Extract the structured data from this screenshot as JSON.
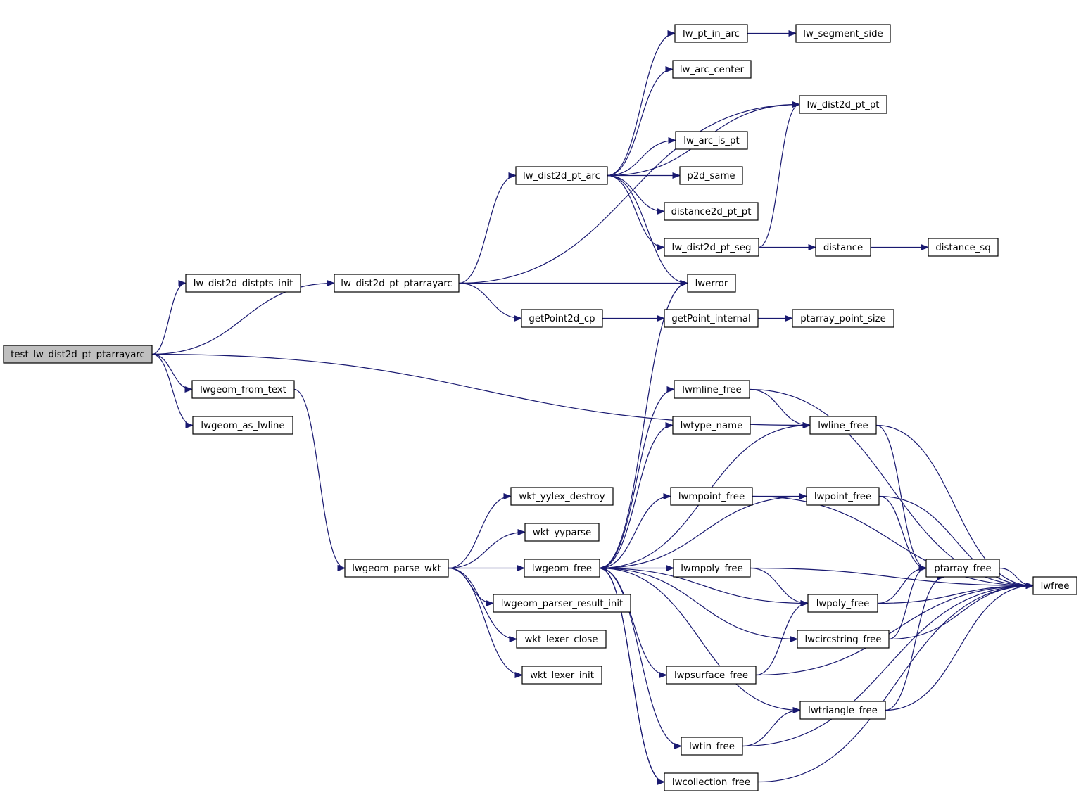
{
  "nodes": {
    "test": "test_lw_dist2d_pt_ptarrayarc",
    "distpts_init": "lw_dist2d_distpts_init",
    "pt_ptarrayarc": "lw_dist2d_pt_ptarrayarc",
    "from_text": "lwgeom_from_text",
    "as_lwline": "lwgeom_as_lwline",
    "pt_arc": "lw_dist2d_pt_arc",
    "getPoint2d_cp": "getPoint2d_cp",
    "parse_wkt": "lwgeom_parse_wkt",
    "pt_in_arc": "lw_pt_in_arc",
    "segment_side": "lw_segment_side",
    "arc_center": "lw_arc_center",
    "pt_pt": "lw_dist2d_pt_pt",
    "arc_is_pt": "lw_arc_is_pt",
    "p2d_same": "p2d_same",
    "distance2d_pt_pt": "distance2d_pt_pt",
    "pt_seg": "lw_dist2d_pt_seg",
    "distance": "distance",
    "distance_sq": "distance_sq",
    "lwerror": "lwerror",
    "getPoint_internal": "getPoint_internal",
    "ptarray_point_size": "ptarray_point_size",
    "yylex_destroy": "wkt_yylex_destroy",
    "yyparse": "wkt_yyparse",
    "lwgeom_free": "lwgeom_free",
    "parser_result_init": "lwgeom_parser_result_init",
    "lexer_close": "wkt_lexer_close",
    "lexer_init": "wkt_lexer_init",
    "lwmline_free": "lwmline_free",
    "lwtype_name": "lwtype_name",
    "lwline_free": "lwline_free",
    "lwmpoint_free": "lwmpoint_free",
    "lwpoint_free": "lwpoint_free",
    "lwmpoly_free": "lwmpoly_free",
    "ptarray_free": "ptarray_free",
    "lwfree": "lwfree",
    "lwpoly_free": "lwpoly_free",
    "lwcircstring_free": "lwcircstring_free",
    "lwpsurface_free": "lwpsurface_free",
    "lwtriangle_free": "lwtriangle_free",
    "lwtin_free": "lwtin_free",
    "lwcollection_free": "lwcollection_free"
  },
  "edges": [
    [
      "test",
      "distpts_init"
    ],
    [
      "test",
      "pt_ptarrayarc"
    ],
    [
      "test",
      "from_text"
    ],
    [
      "test",
      "as_lwline"
    ],
    [
      "test",
      "lwline_free"
    ],
    [
      "pt_ptarrayarc",
      "pt_arc"
    ],
    [
      "pt_ptarrayarc",
      "pt_pt"
    ],
    [
      "pt_ptarrayarc",
      "lwerror"
    ],
    [
      "pt_ptarrayarc",
      "getPoint2d_cp"
    ],
    [
      "from_text",
      "parse_wkt"
    ],
    [
      "pt_arc",
      "pt_in_arc"
    ],
    [
      "pt_arc",
      "arc_center"
    ],
    [
      "pt_arc",
      "pt_pt"
    ],
    [
      "pt_arc",
      "arc_is_pt"
    ],
    [
      "pt_arc",
      "p2d_same"
    ],
    [
      "pt_arc",
      "distance2d_pt_pt"
    ],
    [
      "pt_arc",
      "pt_seg"
    ],
    [
      "pt_arc",
      "lwerror"
    ],
    [
      "pt_in_arc",
      "segment_side"
    ],
    [
      "pt_seg",
      "pt_pt"
    ],
    [
      "pt_seg",
      "distance"
    ],
    [
      "distance",
      "distance_sq"
    ],
    [
      "getPoint2d_cp",
      "getPoint_internal"
    ],
    [
      "getPoint_internal",
      "ptarray_point_size"
    ],
    [
      "parse_wkt",
      "yylex_destroy"
    ],
    [
      "parse_wkt",
      "yyparse"
    ],
    [
      "parse_wkt",
      "lwgeom_free"
    ],
    [
      "parse_wkt",
      "parser_result_init"
    ],
    [
      "parse_wkt",
      "lexer_close"
    ],
    [
      "parse_wkt",
      "lexer_init"
    ],
    [
      "lwgeom_free",
      "lwmline_free"
    ],
    [
      "lwgeom_free",
      "lwtype_name"
    ],
    [
      "lwgeom_free",
      "lwline_free"
    ],
    [
      "lwgeom_free",
      "lwmpoint_free"
    ],
    [
      "lwgeom_free",
      "lwpoint_free"
    ],
    [
      "lwgeom_free",
      "lwmpoly_free"
    ],
    [
      "lwgeom_free",
      "lwpoly_free"
    ],
    [
      "lwgeom_free",
      "lwcircstring_free"
    ],
    [
      "lwgeom_free",
      "lwpsurface_free"
    ],
    [
      "lwgeom_free",
      "lwtriangle_free"
    ],
    [
      "lwgeom_free",
      "lwtin_free"
    ],
    [
      "lwgeom_free",
      "lwcollection_free"
    ],
    [
      "lwgeom_free",
      "lwerror"
    ],
    [
      "lwmline_free",
      "lwline_free"
    ],
    [
      "lwmline_free",
      "lwfree"
    ],
    [
      "lwline_free",
      "ptarray_free"
    ],
    [
      "lwline_free",
      "lwfree"
    ],
    [
      "lwmpoint_free",
      "lwpoint_free"
    ],
    [
      "lwmpoint_free",
      "lwfree"
    ],
    [
      "lwpoint_free",
      "ptarray_free"
    ],
    [
      "lwpoint_free",
      "lwfree"
    ],
    [
      "lwmpoly_free",
      "lwpoly_free"
    ],
    [
      "lwmpoly_free",
      "lwfree"
    ],
    [
      "lwpoly_free",
      "ptarray_free"
    ],
    [
      "lwpoly_free",
      "lwfree"
    ],
    [
      "ptarray_free",
      "lwfree"
    ],
    [
      "lwcircstring_free",
      "ptarray_free"
    ],
    [
      "lwcircstring_free",
      "lwfree"
    ],
    [
      "lwpsurface_free",
      "lwpoly_free"
    ],
    [
      "lwpsurface_free",
      "lwfree"
    ],
    [
      "lwtriangle_free",
      "ptarray_free"
    ],
    [
      "lwtriangle_free",
      "lwfree"
    ],
    [
      "lwtin_free",
      "lwtriangle_free"
    ],
    [
      "lwtin_free",
      "lwfree"
    ],
    [
      "lwcollection_free",
      "lwgeom_free"
    ],
    [
      "lwcollection_free",
      "lwfree"
    ]
  ],
  "colors": {
    "edge": "#191970",
    "root_fill": "#bfbfbf",
    "node_fill": "#ffffff",
    "border": "#000000"
  }
}
